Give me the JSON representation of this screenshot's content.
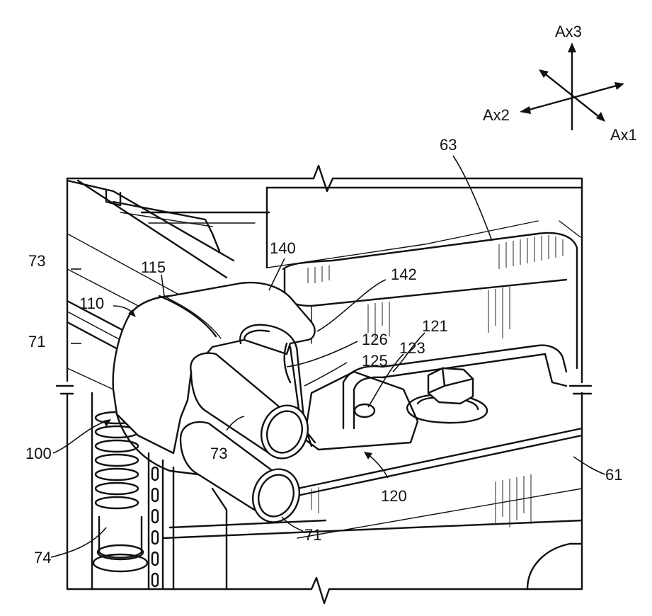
{
  "axes": {
    "ax1": "Ax1",
    "ax2": "Ax2",
    "ax3": "Ax3"
  },
  "labels": {
    "l63": "63",
    "l140": "140",
    "l73_top": "73",
    "l115": "115",
    "l142": "142",
    "l110": "110",
    "l126": "126",
    "l121": "121",
    "l71_left": "71",
    "l125": "125",
    "l123": "123",
    "l100": "100",
    "l73_mid": "73",
    "l61": "61",
    "l120": "120",
    "l74": "74",
    "l71_bottom": "71"
  }
}
